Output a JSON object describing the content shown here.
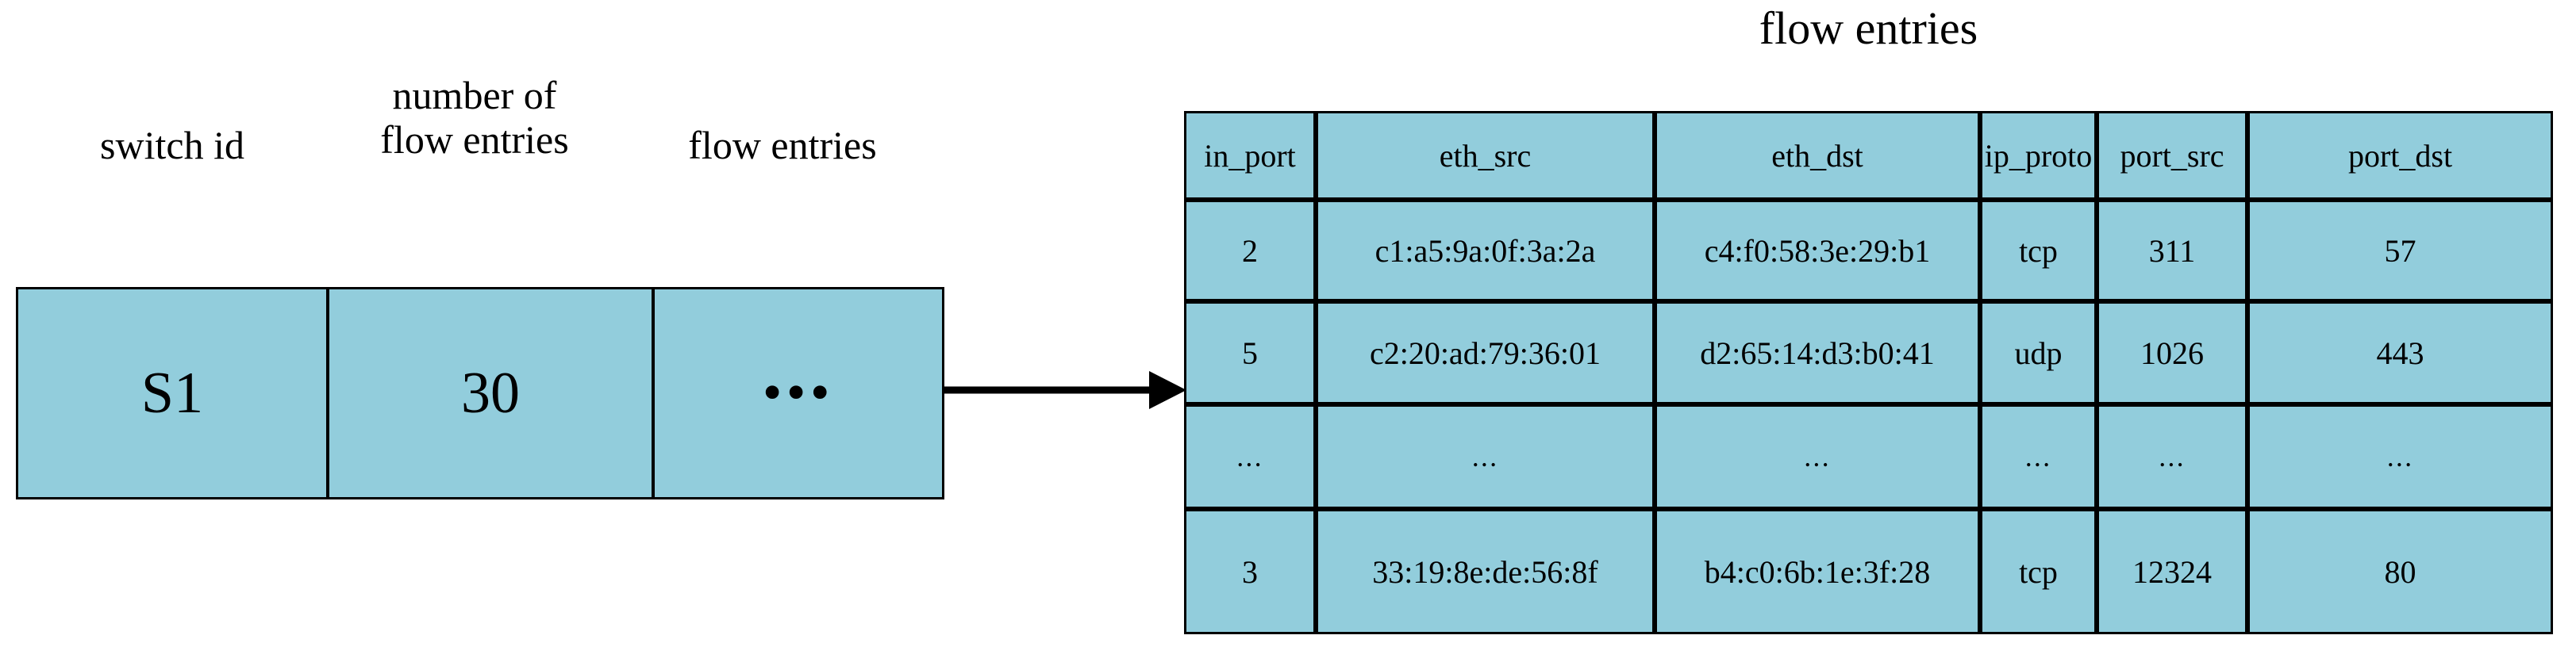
{
  "diagram": {
    "title": "flow entries",
    "accent_color": "#92cddc",
    "border_color": "#000000",
    "background_color": "#ffffff"
  },
  "left_table": {
    "labels": [
      {
        "text": "switch id"
      },
      {
        "text": "number of\nflow entries"
      },
      {
        "text": "flow entries"
      }
    ],
    "row": {
      "switch_id": "S1",
      "number_of_flow_entries": "30",
      "flow_entries": "•••"
    }
  },
  "connector": {
    "name": "arrow-right",
    "from": "left-table-flow-entries-cell",
    "to": "flow-entries-table"
  },
  "flow_entries_table": {
    "title": "flow entries",
    "columns": [
      "in_port",
      "eth_src",
      "eth_dst",
      "ip_proto",
      "port_src",
      "port_dst"
    ],
    "rows": [
      [
        "2",
        "c1:a5:9a:0f:3a:2a",
        "c4:f0:58:3e:29:b1",
        "tcp",
        "311",
        "57"
      ],
      [
        "5",
        "c2:20:ad:79:36:01",
        "d2:65:14:d3:b0:41",
        "udp",
        "1026",
        "443"
      ],
      [
        "...",
        "...",
        "...",
        "...",
        "...",
        "..."
      ],
      [
        "3",
        "33:19:8e:de:56:8f",
        "b4:c0:6b:1e:3f:28",
        "tcp",
        "12324",
        "80"
      ]
    ]
  }
}
